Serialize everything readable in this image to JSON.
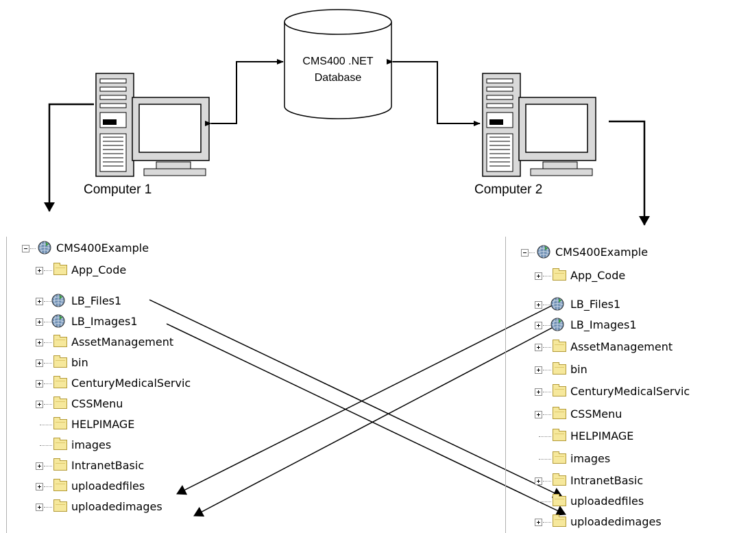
{
  "database": {
    "line1": "CMS400 .NET",
    "line2": "Database"
  },
  "computers": [
    {
      "label": "Computer 1"
    },
    {
      "label": "Computer 2"
    }
  ],
  "left_tree": {
    "root": "CMS400Example",
    "items": [
      {
        "label": "App_Code",
        "icon": "folder-icon",
        "expander": "plus"
      },
      {
        "label": "LB_Files1",
        "icon": "globe-folder-icon",
        "expander": "plus"
      },
      {
        "label": "LB_Images1",
        "icon": "globe-folder-icon",
        "expander": "plus"
      },
      {
        "label": "AssetManagement",
        "icon": "folder-icon",
        "expander": "plus"
      },
      {
        "label": "bin",
        "icon": "folder-icon",
        "expander": "plus"
      },
      {
        "label": "CenturyMedicalServic",
        "icon": "folder-icon",
        "expander": "plus"
      },
      {
        "label": "CSSMenu",
        "icon": "folder-icon",
        "expander": "plus"
      },
      {
        "label": "HELPIMAGE",
        "icon": "folder-icon",
        "expander": "none"
      },
      {
        "label": "images",
        "icon": "folder-icon",
        "expander": "none"
      },
      {
        "label": "IntranetBasic",
        "icon": "folder-icon",
        "expander": "plus"
      },
      {
        "label": "uploadedfiles",
        "icon": "folder-icon",
        "expander": "plus"
      },
      {
        "label": "uploadedimages",
        "icon": "folder-icon",
        "expander": "plus"
      }
    ]
  },
  "right_tree": {
    "root": "CMS400Example",
    "items": [
      {
        "label": "App_Code",
        "icon": "folder-icon",
        "expander": "plus"
      },
      {
        "label": "LB_Files1",
        "icon": "globe-folder-icon",
        "expander": "plus"
      },
      {
        "label": "LB_Images1",
        "icon": "globe-folder-icon",
        "expander": "plus"
      },
      {
        "label": "AssetManagement",
        "icon": "folder-icon",
        "expander": "plus"
      },
      {
        "label": "bin",
        "icon": "folder-icon",
        "expander": "plus"
      },
      {
        "label": "CenturyMedicalServic",
        "icon": "folder-icon",
        "expander": "plus"
      },
      {
        "label": "CSSMenu",
        "icon": "folder-icon",
        "expander": "plus"
      },
      {
        "label": "HELPIMAGE",
        "icon": "folder-icon",
        "expander": "none"
      },
      {
        "label": "images",
        "icon": "folder-icon",
        "expander": "none"
      },
      {
        "label": "IntranetBasic",
        "icon": "folder-icon",
        "expander": "plus"
      },
      {
        "label": "uploadedfiles",
        "icon": "folder-icon",
        "expander": "none"
      },
      {
        "label": "uploadedimages",
        "icon": "folder-icon",
        "expander": "plus"
      }
    ]
  },
  "colors": {
    "folder": "#f6e89c",
    "folder_edge": "#b39a36",
    "line": "#000000",
    "tree_line": "#8a8a8a"
  }
}
